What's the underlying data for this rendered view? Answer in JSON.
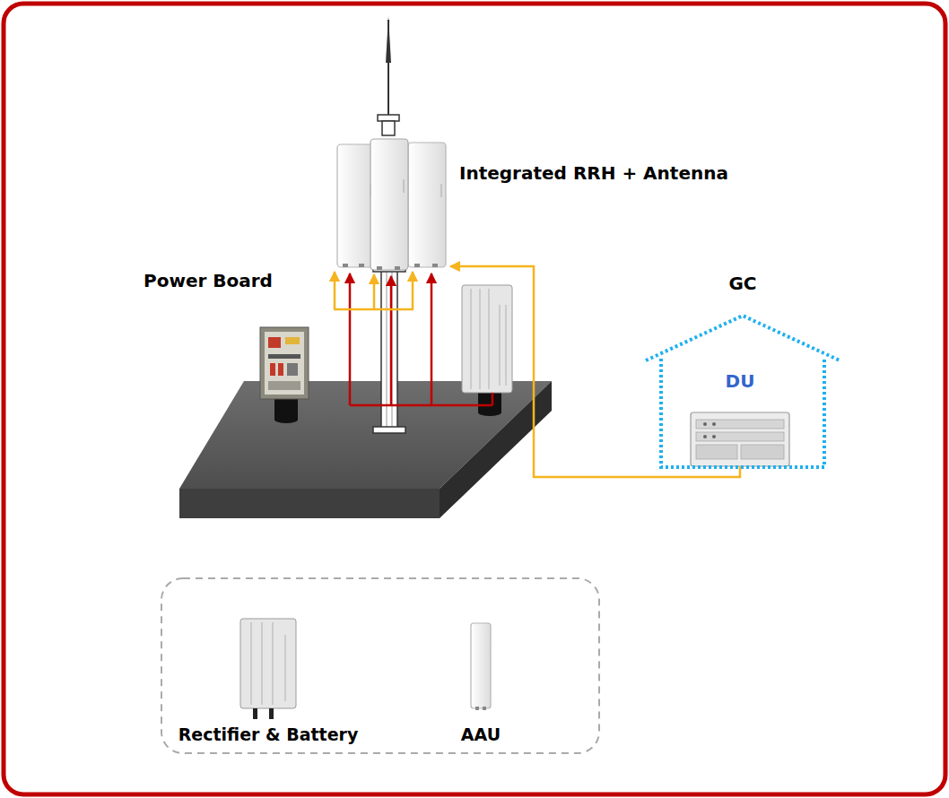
{
  "diagram": {
    "nodes": [
      {
        "text": [
          "Integrated RRH + Antenna"
        ]
      },
      {
        "text": [
          "Power Board"
        ]
      },
      {
        "text": [
          "GC"
        ]
      },
      {
        "text": [
          "DU"
        ],
        "in": 2
      }
    ],
    "edges": [
      {
        "from": 3,
        "to": 0,
        "arrow": "to"
      }
    ],
    "legend": [
      {
        "text": "Rectifier & Battery"
      },
      {
        "text": "AAU"
      }
    ]
  }
}
